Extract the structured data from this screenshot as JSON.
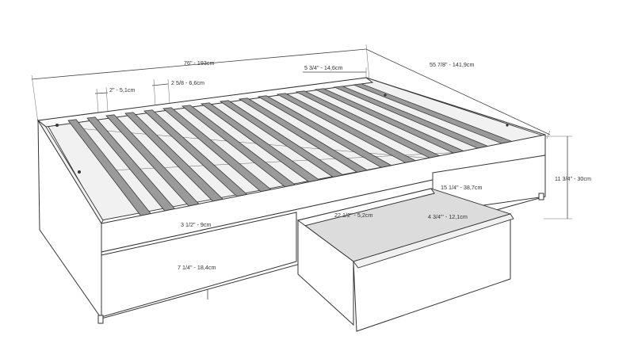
{
  "dimensions": {
    "overall_length": "76\" - 193cm",
    "overall_width": "55 7/8\" - 141,9cm",
    "edge_offset": "5 3/4\" - 14,6cm",
    "slat_width": "2\" - 5,1cm",
    "slat_gap": "2 5/8 - 6,6cm",
    "height": "11 3/4\" - 30cm",
    "drawer_depth": "15 1/4\" - 38,7cm",
    "drawer_length": "22 1/2\" - 5,2cm",
    "drawer_inner_height": "4 3/4\"' - 12,1cm",
    "rail_height": "3 1/2\" - 9cm",
    "drawer_front_height": "7 1/4\" - 18,4cm"
  },
  "slats": {
    "count": 16
  }
}
